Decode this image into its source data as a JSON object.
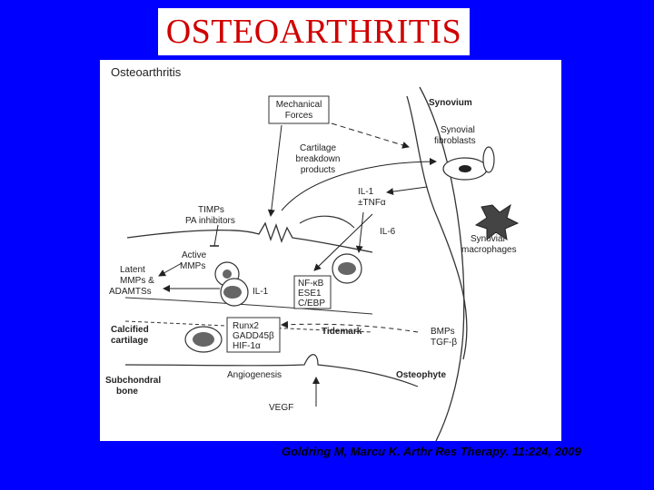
{
  "slide": {
    "title": "OSTEOARTHRITIS",
    "citation": "Goldring M, Marcu K. Arthr Res Therapy. 11:224, 2009"
  },
  "figure": {
    "heading": "Osteoarthritis",
    "mechanical_1": "Mechanical",
    "mechanical_2": "Forces",
    "synovium": "Synovium",
    "synovial_fib_1": "Synovial",
    "synovial_fib_2": "fibroblasts",
    "cartilage_1": "Cartilage",
    "cartilage_2": "breakdown",
    "cartilage_3": "products",
    "timps_1": "TIMPs",
    "timps_2": "PA inhibitors",
    "il1_tnf_1": "IL-1",
    "il1_tnf_2": "±TNFα",
    "il6": "IL-6",
    "active_1": "Active",
    "active_2": "MMPs",
    "latent_1": "Latent",
    "latent_2": "MMPs &",
    "latent_3": "ADAMTSs",
    "synovial_mac_1": "Synovial",
    "synovial_mac_2": "macrophages",
    "il1": "IL-1",
    "nfkb_1": "NF-κB",
    "nfkb_2": "ESE1",
    "nfkb_3": "C/EBP",
    "calcified_1": "Calcified",
    "calcified_2": "cartilage",
    "runx_1": "Runx2",
    "runx_2": "GADD45β",
    "runx_3": "HIF-1α",
    "tidemark": "Tidemark",
    "bmps_1": "BMPs",
    "bmps_2": "TGF-β",
    "subchondral_1": "Subchondral",
    "subchondral_2": "bone",
    "angiogenesis": "Angiogenesis",
    "osteophyte": "Osteophyte",
    "vegf": "VEGF"
  },
  "colors": {
    "background": "#0000ff",
    "title_text": "#d00000",
    "title_bg": "#ffffff"
  }
}
